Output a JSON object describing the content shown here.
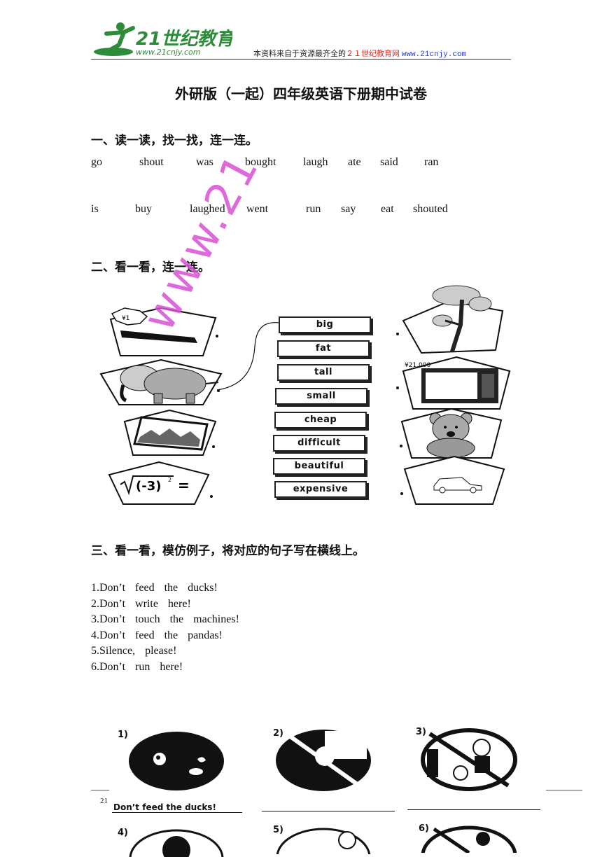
{
  "header": {
    "logo_text": "21世纪教育",
    "logo_url": "www.21cnjy.com",
    "note_prefix": "本资料来自于资源最齐全的",
    "note_site": "２１世纪教育网",
    "note_url": "www.21cnjy.com"
  },
  "title": "外研版（一起）四年级英语下册期中试卷",
  "section1": {
    "heading": "一、读一读，找一找，连一连。",
    "row1": [
      "go",
      "shout",
      "was",
      "bought",
      "laugh",
      "ate",
      "said",
      "ran"
    ],
    "row2": [
      "is",
      "buy",
      "laughed",
      "went",
      "run",
      "say",
      "eat",
      "shouted"
    ]
  },
  "section2": {
    "heading": "二、看一看，连一连。",
    "words": [
      "big",
      "fat",
      "tall",
      "small",
      "cheap",
      "difficult",
      "beautiful",
      "expensive"
    ],
    "left_pictures": [
      "pen-icon",
      "elephant-icon",
      "painting-icon",
      "square-root-icon"
    ],
    "right_pictures": [
      "tree-icon",
      "tv-icon",
      "teddy-bear-icon",
      "car-icon"
    ],
    "pen_tag": "¥1",
    "tv_tag": "¥21,000",
    "math_expr": "√(-3)² ="
  },
  "section3": {
    "heading": "三、看一看，模仿例子，将对应的句子写在横线上。",
    "sentences": [
      [
        "1.Don’t",
        "feed",
        "the",
        "ducks!"
      ],
      [
        "2.Don’t",
        "write",
        "here!"
      ],
      [
        "3.Don’t",
        "touch",
        "the",
        "machines!"
      ],
      [
        "4.Don’t",
        "feed",
        "the",
        "pandas!"
      ],
      [
        "5.Silence,",
        "please!"
      ],
      [
        "6.Don’t",
        "run",
        "here!"
      ]
    ],
    "figure_labels": [
      "1)",
      "2)",
      "3)",
      "4)",
      "5)",
      "6)"
    ],
    "example_answer": "Don’t feed the ducks!"
  },
  "watermark": "www.21",
  "page_number": "21"
}
